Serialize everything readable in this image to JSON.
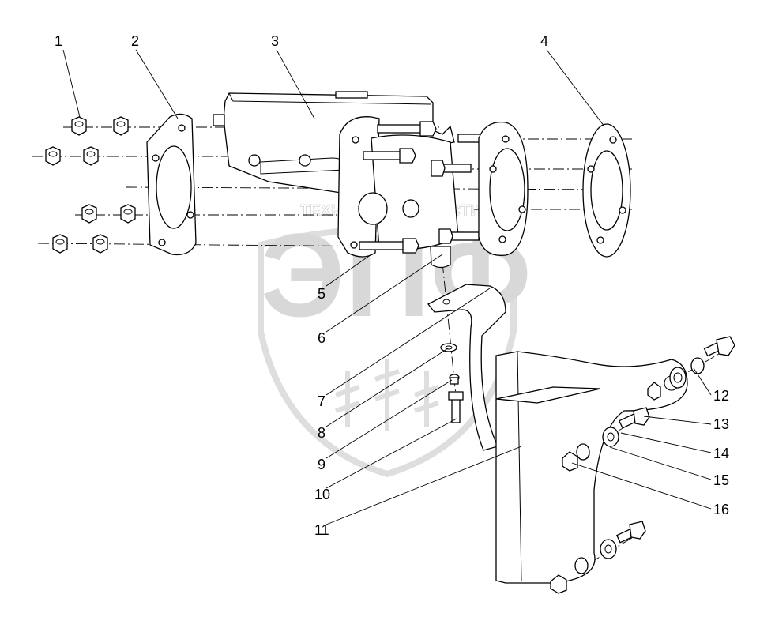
{
  "watermark": {
    "brand_letters": "ЭПФ",
    "brand_text": "ТЕХНИКА И ЗАПЧАСТИ"
  },
  "callouts": [
    {
      "id": "1",
      "text": "1"
    },
    {
      "id": "2",
      "text": "2"
    },
    {
      "id": "3",
      "text": "3"
    },
    {
      "id": "4",
      "text": "4"
    },
    {
      "id": "5",
      "text": "5"
    },
    {
      "id": "6",
      "text": "6"
    },
    {
      "id": "7",
      "text": "7"
    },
    {
      "id": "8",
      "text": "8"
    },
    {
      "id": "9",
      "text": "9"
    },
    {
      "id": "10",
      "text": "10"
    },
    {
      "id": "11",
      "text": "11"
    },
    {
      "id": "12",
      "text": "12"
    },
    {
      "id": "13",
      "text": "13"
    },
    {
      "id": "14",
      "text": "14"
    },
    {
      "id": "15",
      "text": "15"
    },
    {
      "id": "16",
      "text": "16"
    }
  ]
}
